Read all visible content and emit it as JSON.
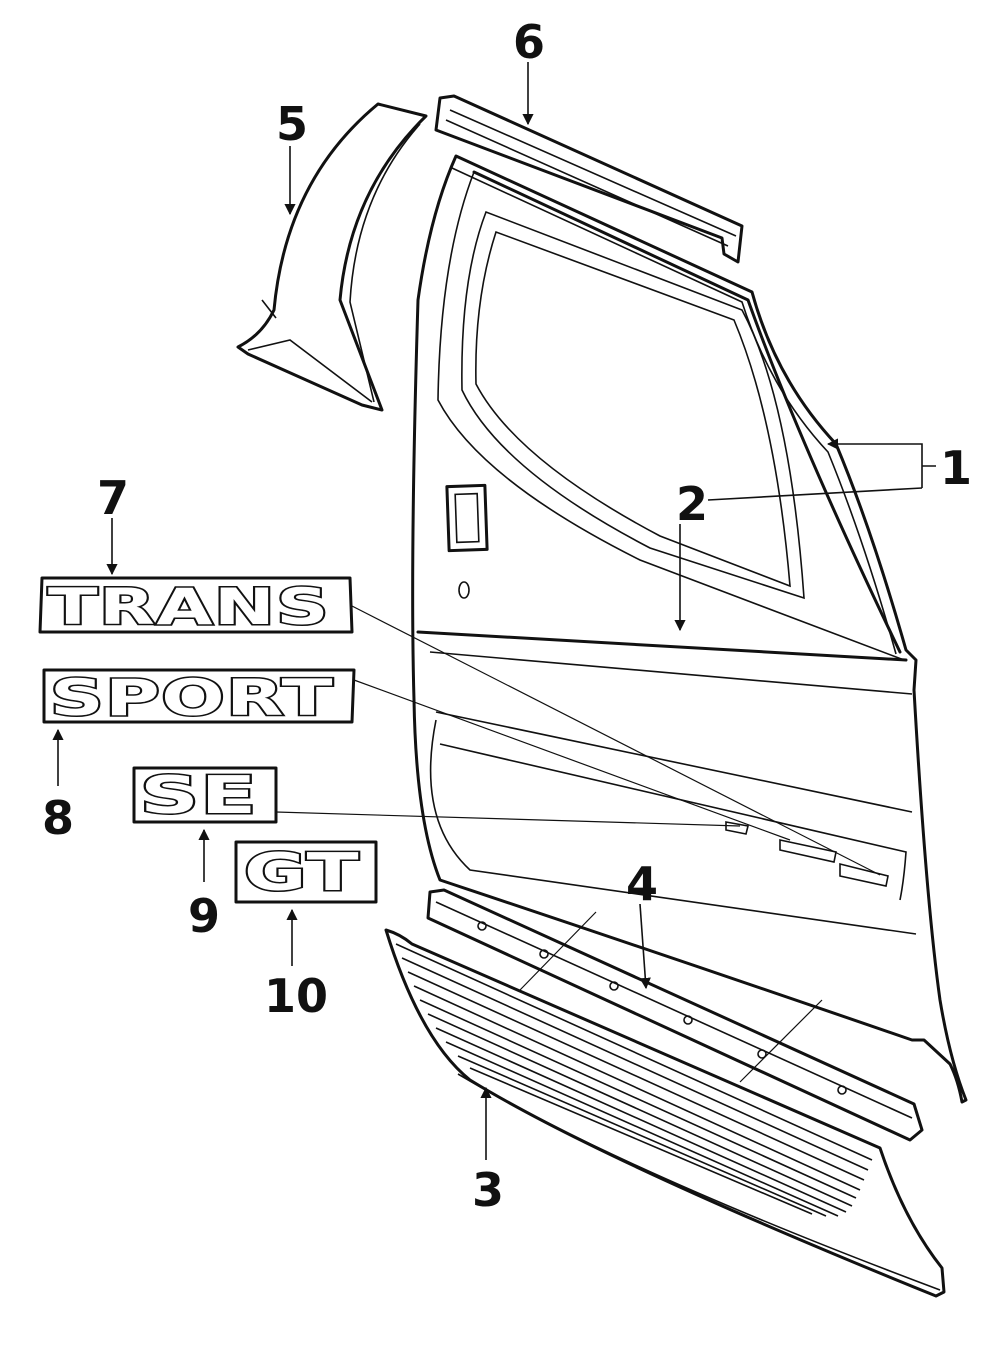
{
  "diagram": {
    "callouts": [
      {
        "id": "1",
        "text": "1"
      },
      {
        "id": "2",
        "text": "2"
      },
      {
        "id": "3",
        "text": "3"
      },
      {
        "id": "4",
        "text": "4"
      },
      {
        "id": "5",
        "text": "5"
      },
      {
        "id": "6",
        "text": "6"
      },
      {
        "id": "7",
        "text": "7"
      },
      {
        "id": "8",
        "text": "8"
      },
      {
        "id": "9",
        "text": "9"
      },
      {
        "id": "10",
        "text": "10"
      }
    ],
    "emblems": {
      "trans": "TRANS",
      "sport": "SPORT",
      "se": "SE",
      "gt": "GT"
    }
  }
}
